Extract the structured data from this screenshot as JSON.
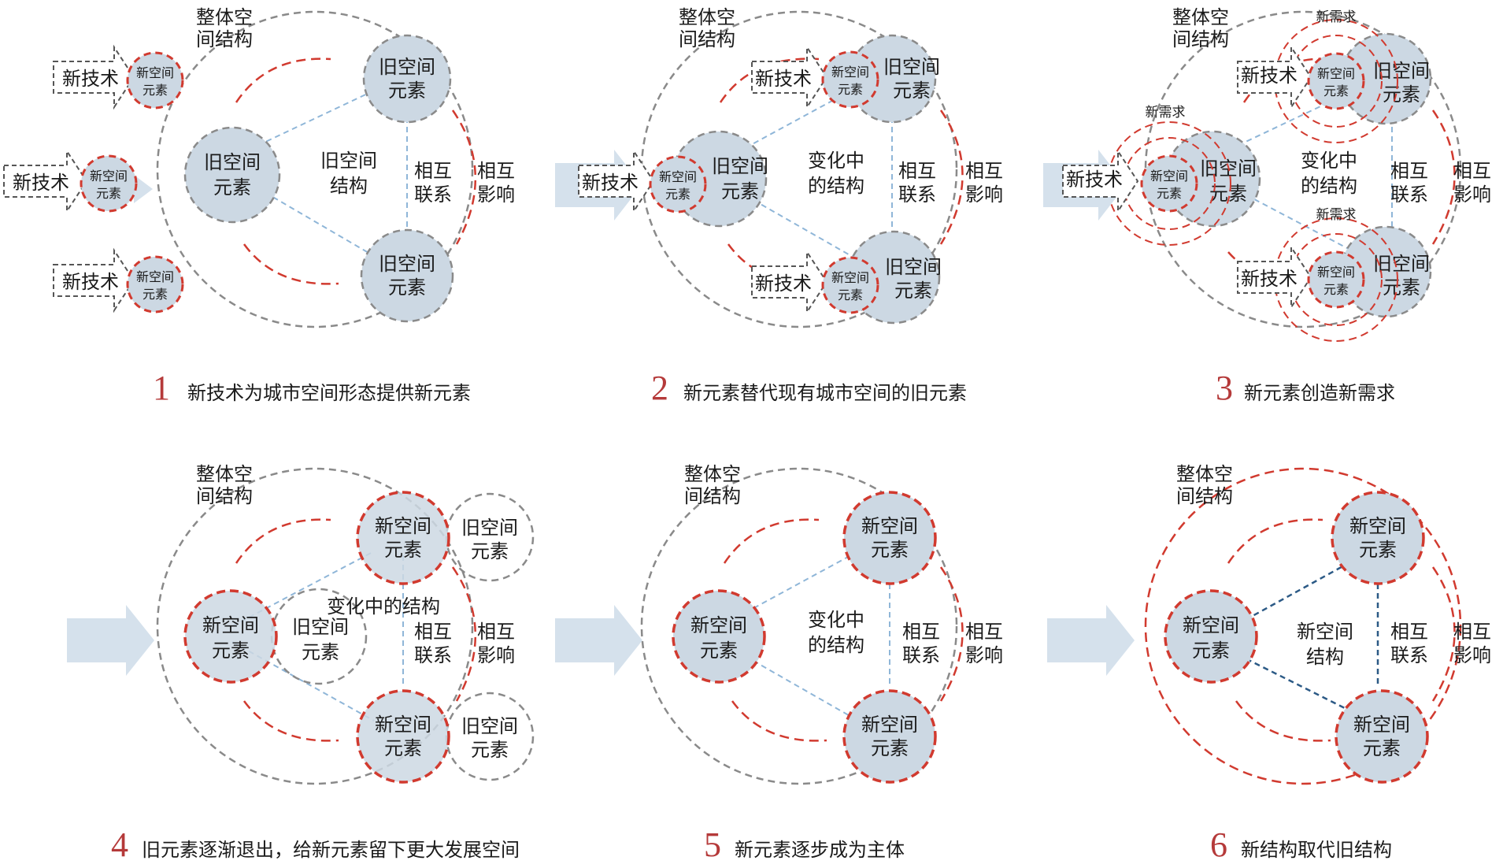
{
  "labels": {
    "new_tech": "新技术",
    "new_elem": [
      "新空间",
      "元素"
    ],
    "old_elem": [
      "旧空间",
      "元素"
    ],
    "old_elem_single": "旧空间",
    "elem_char": "元素",
    "whole": [
      "整体空",
      "间结构"
    ],
    "old_struct": [
      "旧空间",
      "结构"
    ],
    "changing": [
      "变化中",
      "的结构"
    ],
    "changing_one_line": "变化中的结构",
    "new_struct": [
      "新空间",
      "结构"
    ],
    "mutual_link": [
      "相互",
      "联系"
    ],
    "mutual_influence": [
      "相互",
      "影响"
    ],
    "new_demand": "新需求"
  },
  "captions": [
    {
      "num": "1",
      "text": "新技术为城市空间形态提供新元素"
    },
    {
      "num": "2",
      "text": "新元素替代现有城市空间的旧元素"
    },
    {
      "num": "3",
      "text": "新元素创造新需求"
    },
    {
      "num": "4",
      "text": "旧元素逐渐退出，给新元素留下更大发展空间"
    },
    {
      "num": "5",
      "text": "新元素逐步成为主体"
    },
    {
      "num": "6",
      "text": "新结构取代旧结构"
    }
  ],
  "colors": {
    "node_fill": "#ccd8e3",
    "gray_dash": "#8a8a8a",
    "red_dash": "#d13a2f",
    "blue_link": "#8fb6d8",
    "dark_link": "#2c5a86",
    "arrow_fill": "#d5e1ec",
    "caption_num": "#b53a3a"
  }
}
